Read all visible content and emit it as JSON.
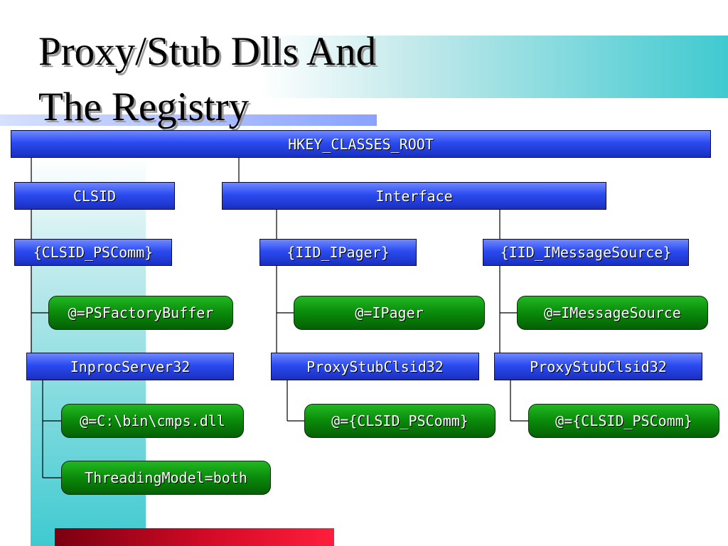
{
  "title": {
    "line1": "Proxy/Stub Dlls And",
    "line2": "The Registry"
  },
  "colors": {
    "key_fill": "#2b4bf0",
    "value_fill": "#0a8a0a",
    "accent_teal": "#3fcad0",
    "accent_red": "#d30a26"
  },
  "tree": {
    "root": "HKEY_CLASSES_ROOT",
    "clsid": {
      "label": "CLSID",
      "ps_comm": "{CLSID_PSComm}",
      "default_value": "@=PSFactoryBuffer",
      "inproc": {
        "label": "InprocServer32",
        "default_value": "@=C:\\bin\\cmps.dll",
        "threading": "ThreadingModel=both"
      }
    },
    "interface": {
      "label": "Interface",
      "ipager": {
        "label": "{IID_IPager}",
        "default_value": "@=IPager",
        "proxy_stub": "ProxyStubClsid32",
        "proxy_value": "@={CLSID_PSComm}"
      },
      "imessage": {
        "label": "{IID_IMessageSource}",
        "default_value": "@=IMessageSource",
        "proxy_stub": "ProxyStubClsid32",
        "proxy_value": "@={CLSID_PSComm}"
      }
    }
  }
}
